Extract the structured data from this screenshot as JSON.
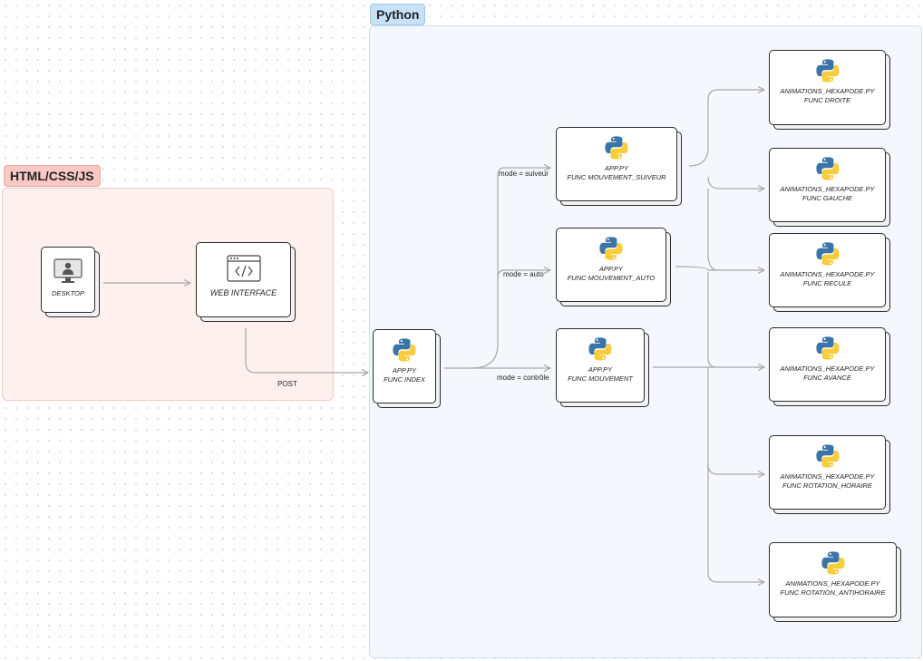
{
  "groups": {
    "html": {
      "title": "HTML/CSS/JS",
      "color": "#f8c8c2"
    },
    "python": {
      "title": "Python",
      "color": "#c7e1f7"
    }
  },
  "nodes": {
    "desktop": {
      "label": "DESKTOP",
      "icon": "desktop-user-icon"
    },
    "web": {
      "label": "WEB INTERFACE",
      "icon": "code-window-icon"
    },
    "index": {
      "line1": "APP.PY",
      "line2": "FUNC INDEX",
      "icon": "python-logo-icon"
    },
    "suiveur": {
      "line1": "APP.PY",
      "line2": "FUNC MOUVEMENT_SUIVEUR",
      "icon": "python-logo-icon"
    },
    "auto": {
      "line1": "APP.PY",
      "line2": "FUNC MOUVEMENT_AUTO",
      "icon": "python-logo-icon"
    },
    "mouvement": {
      "line1": "APP.PY",
      "line2": "FUNC MOUVEMENT",
      "icon": "python-logo-icon"
    },
    "droite": {
      "line1": "ANIMATIONS_HEXAPODE.PY",
      "line2": "FUNC DROITE",
      "icon": "python-logo-icon"
    },
    "gauche": {
      "line1": "ANIMATIONS_HEXAPODE.PY",
      "line2": "FUNC GAUCHE",
      "icon": "python-logo-icon"
    },
    "recule": {
      "line1": "ANIMATIONS_HEXAPODE.PY",
      "line2": "FUNC RECULE",
      "icon": "python-logo-icon"
    },
    "avance": {
      "line1": "ANIMATIONS_HEXAPODE.PY",
      "line2": "FUNC AVANCE",
      "icon": "python-logo-icon"
    },
    "horaire": {
      "line1": "ANIMATIONS_HEXAPODE.PY",
      "line2": "FUNC ROTATION_HORAIRE",
      "icon": "python-logo-icon"
    },
    "antihoraire": {
      "line1": "ANIMATIONS_HEXAPODE.PY",
      "line2": "FUNC ROTATION_ANTIHORAIRE",
      "icon": "python-logo-icon"
    }
  },
  "edge_labels": {
    "post": "POST",
    "suiveur": "mode = suiveur",
    "auto": "mode = auto",
    "controle": "mode = contrôle"
  },
  "colors": {
    "edge": "#a8a8a8",
    "python_blue": "#3b74a8",
    "python_yellow": "#f7cd3b"
  }
}
